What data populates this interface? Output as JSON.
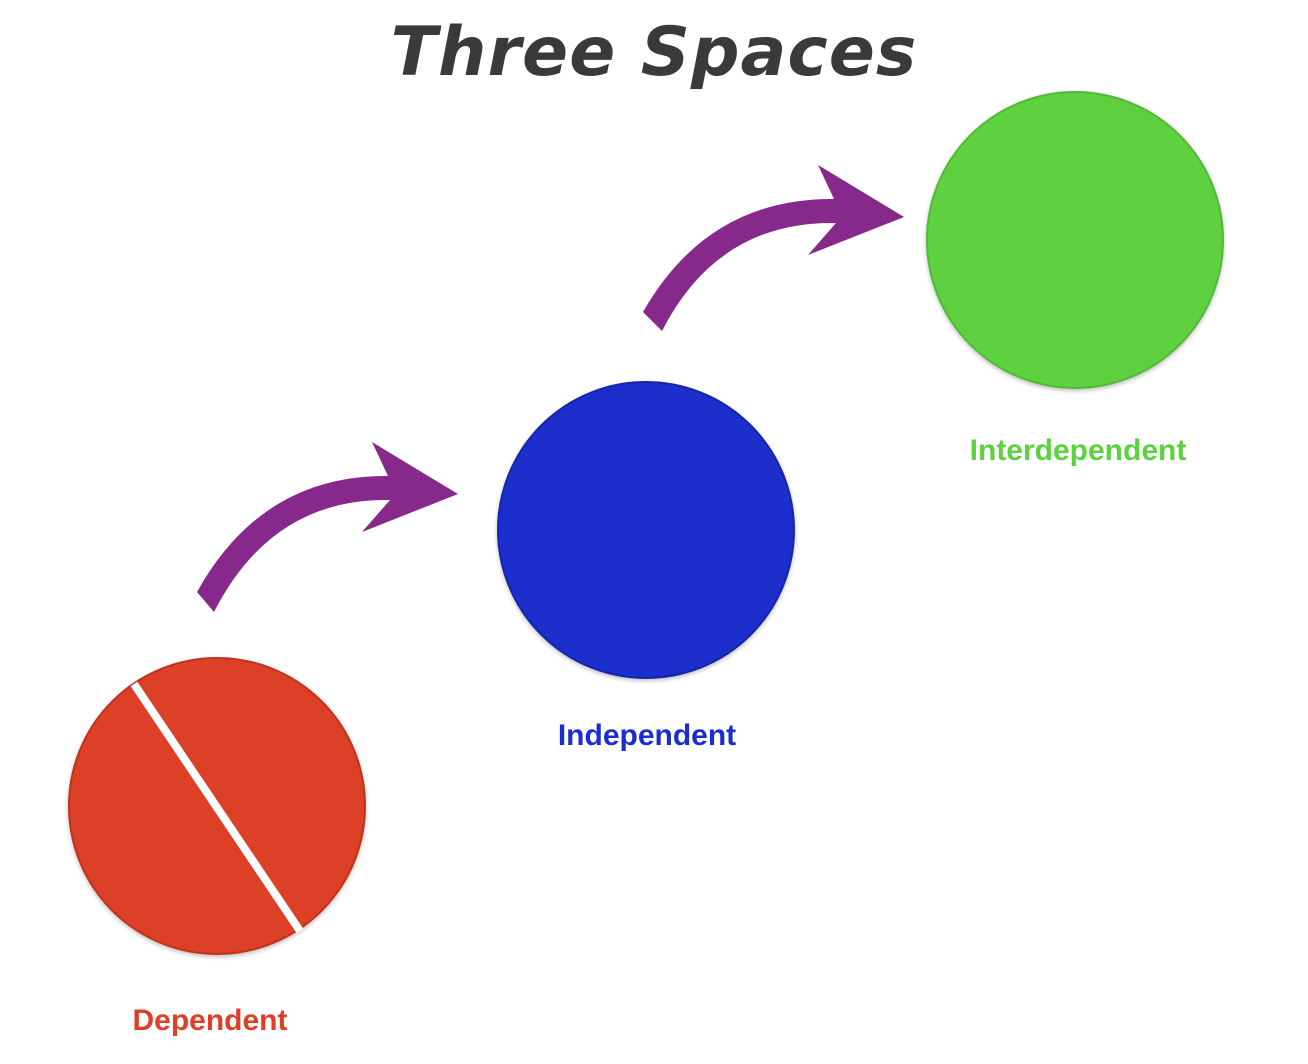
{
  "title": "Three Spaces",
  "colors": {
    "title": "#3a3a3c",
    "dependent": "#dc3f26",
    "independent": "#1b2ecb",
    "interdependent": "#5ed140",
    "arrow": "#86298a",
    "divider": "#ffffff"
  },
  "nodes": [
    {
      "label": "Dependent",
      "shape": "split-circle"
    },
    {
      "label": "Independent",
      "shape": "circle"
    },
    {
      "label": "Interdependent",
      "shape": "circle"
    }
  ],
  "arrows": [
    {
      "from": "Dependent",
      "to": "Independent",
      "icon": "curved-arrow-icon"
    },
    {
      "from": "Independent",
      "to": "Interdependent",
      "icon": "curved-arrow-icon"
    }
  ]
}
